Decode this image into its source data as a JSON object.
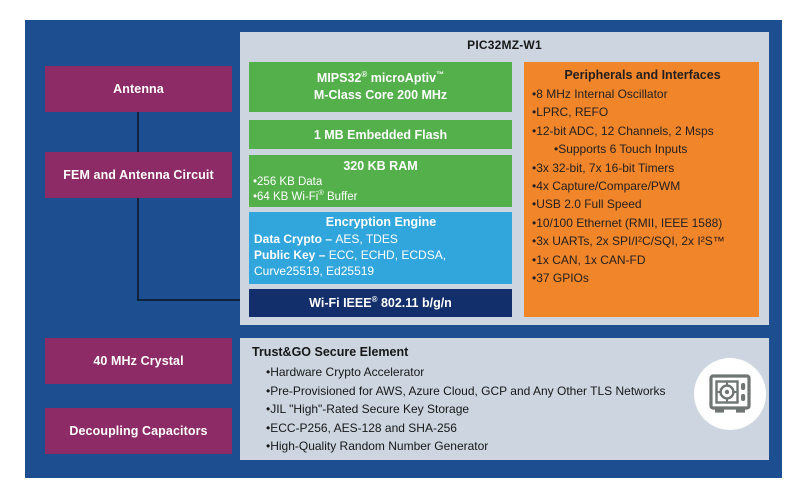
{
  "diagram": {
    "title": "PIC32MZ-W1",
    "colors": {
      "frame": "#1d4e8f",
      "panel": "#cdd6e0",
      "purple": "#8c2b66",
      "green": "#53b04a",
      "orange": "#f0852a",
      "cyan": "#31a6dd",
      "navy": "#122e6b",
      "connector": "#10233f"
    },
    "external_blocks": [
      {
        "label": "Antenna"
      },
      {
        "label": "FEM and Antenna Circuit"
      },
      {
        "label": "40 MHz Crystal"
      },
      {
        "label": "Decoupling Capacitors"
      }
    ],
    "core": {
      "cpu_line1": "MIPS32® microAptiv™",
      "cpu_line2": "M-Class Core 200 MHz",
      "flash": "1 MB Embedded Flash",
      "ram_title": "320 KB RAM",
      "ram_items": [
        "•256 KB Data",
        "•64 KB Wi-Fi® Buffer"
      ]
    },
    "encryption": {
      "title": "Encryption Engine",
      "data_crypto_label": "Data Crypto – ",
      "data_crypto_value": "AES, TDES",
      "public_key_label": "Public Key – ",
      "public_key_value": "ECC, ECHD, ECDSA,  Curve25519, Ed25519"
    },
    "wifi": "Wi-Fi IEEE® 802.11 b/g/n",
    "peripherals": {
      "title": "Peripherals and Interfaces",
      "items": [
        {
          "text": "•8 MHz Internal Oscillator",
          "indent": false
        },
        {
          "text": "•LPRC, REFO",
          "indent": false
        },
        {
          "text": "•12-bit ADC, 12 Channels, 2 Msps",
          "indent": false
        },
        {
          "text": "•Supports 6 Touch Inputs",
          "indent": true
        },
        {
          "text": "•3x 32-bit, 7x 16-bit Timers",
          "indent": false
        },
        {
          "text": "•4x Capture/Compare/PWM",
          "indent": false
        },
        {
          "text": "•USB 2.0 Full Speed",
          "indent": false
        },
        {
          "text": "•10/100 Ethernet (RMII, IEEE 1588)",
          "indent": false
        },
        {
          "text": "•3x UARTs, 2x SPI/I²C/SQI, 2x I²S™",
          "indent": false
        },
        {
          "text": "•1x CAN, 1x CAN-FD",
          "indent": false
        },
        {
          "text": "•37 GPIOs",
          "indent": false
        }
      ]
    },
    "trust_go": {
      "title": "Trust&GO Secure Element",
      "items": [
        "•Hardware Crypto Accelerator",
        "•Pre-Provisioned for AWS, Azure Cloud, GCP and Any Other TLS Networks",
        "•JIL \"High\"-Rated Secure Key Storage",
        "•ECC-P256, AES-128 and SHA-256",
        "•High-Quality Random Number Generator"
      ],
      "icon": "vault-icon"
    }
  }
}
